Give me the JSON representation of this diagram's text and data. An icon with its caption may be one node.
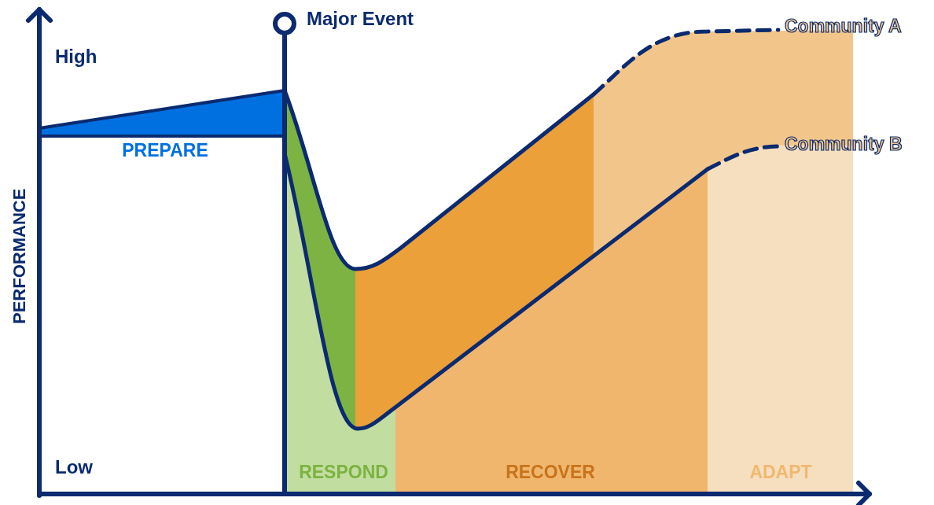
{
  "diagram": {
    "labels": [
      "Major Event",
      "Community A",
      "High",
      "Community B",
      "PREPARE",
      "PERFORMANCE",
      "Low",
      "RESPOND",
      "RECOVER",
      "ADAPT"
    ]
  }
}
